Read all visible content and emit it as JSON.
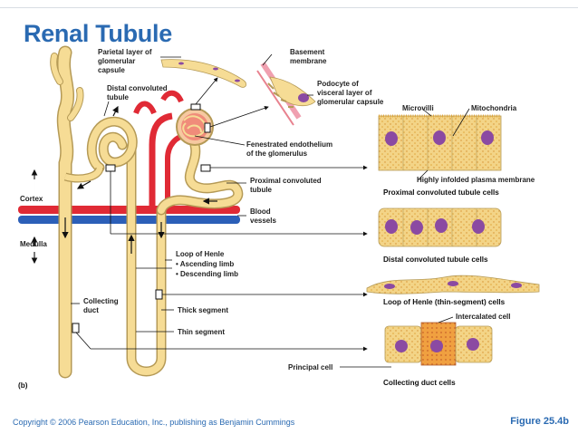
{
  "title": "Renal Tubule",
  "panel_label": "(b)",
  "labels": {
    "parietal": [
      "Parietal layer of",
      "glomerular",
      "capsule"
    ],
    "distal_conv": [
      "Distal convoluted",
      "tubule"
    ],
    "basement": [
      "Basement",
      "membrane"
    ],
    "podocyte": [
      "Podocyte of",
      "visceral layer of",
      "glomerular capsule"
    ],
    "fenestrated": [
      "Fenestrated endothelium",
      "of the glomerulus"
    ],
    "proximal_conv": [
      "Proximal convoluted",
      "tubule"
    ],
    "blood_vessels": [
      "Blood",
      "vessels"
    ],
    "cortex": "Cortex",
    "medulla": "Medulla",
    "loop_henle": [
      "Loop of Henle",
      "• Ascending limb",
      "• Descending limb"
    ],
    "collecting_duct": [
      "Collecting",
      "duct"
    ],
    "thick_segment": "Thick segment",
    "thin_segment": "Thin segment",
    "principal_cell": "Principal cell",
    "microvilli": "Microvilli",
    "mitochondria": "Mitochondria",
    "highly_infolded": "Highly infolded plasma membrane",
    "intercalated": "Intercalated cell"
  },
  "captions": {
    "proximal": "Proximal convoluted tubule cells",
    "distal": "Distal convoluted tubule cells",
    "henle": "Loop of Henle (thin-segment) cells",
    "collecting": "Collecting duct cells"
  },
  "copyright": "Copyright © 2006 Pearson Education, Inc., publishing as Benjamin Cummings",
  "figure": "Figure 25.4b",
  "colors": {
    "title": "#2a6ab2",
    "tubule": "#f6dc95",
    "tubule_outline": "#b59a56",
    "artery": "#e02a35",
    "vein": "#2c5fb8",
    "nucleus": "#8b4aa2",
    "cell": "#f3d487",
    "capsule_pink": "#f0a0b0"
  }
}
